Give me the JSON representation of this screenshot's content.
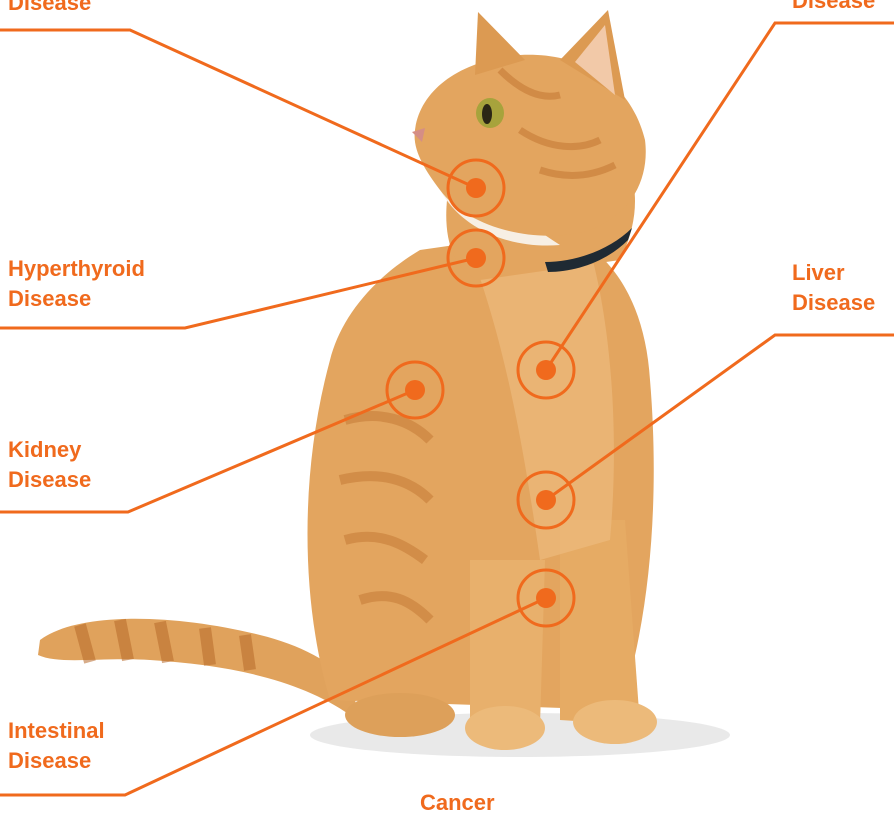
{
  "colors": {
    "accent": "#f06a1d",
    "cat_fur": "#e3a55f",
    "cat_stripe": "#c47a35",
    "collar": "#1f2a33"
  },
  "labels": {
    "top_left": {
      "line2": "Disease"
    },
    "top_right": {
      "line2": "Disease"
    },
    "hyperthyroid": {
      "line1": "Hyperthyroid",
      "line2": "Disease"
    },
    "liver": {
      "line1": "Liver",
      "line2": "Disease"
    },
    "kidney": {
      "line1": "Kidney",
      "line2": "Disease"
    },
    "intestinal": {
      "line1": "Intestinal",
      "line2": "Disease"
    },
    "cancer": {
      "line1": "Cancer"
    }
  }
}
